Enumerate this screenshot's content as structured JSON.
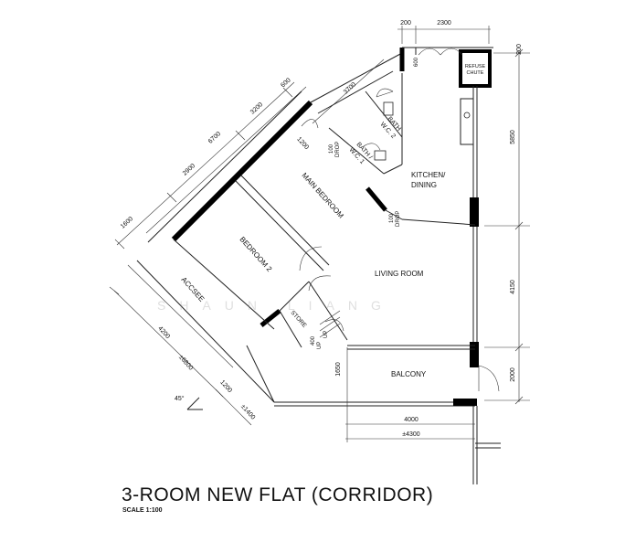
{
  "title": "3-ROOM NEW FLAT (CORRIDOR)",
  "scale": "SCALE 1:100",
  "watermark": "SHAUN LIANG",
  "angle_note": "45°",
  "rooms": {
    "bath_wc_2": [
      "BATH",
      "W.C. 2"
    ],
    "bath_wc_1": [
      "BATH /",
      "W.C. 1"
    ],
    "refuse_chute": [
      "REFUSE",
      "CHUTE"
    ],
    "kitchen_dining": [
      "KITCHEN/",
      "DINING"
    ],
    "main_bedroom": "MAIN BEDROOM",
    "bedroom_2": "BEDROOM 2",
    "living_room": "LIVING ROOM",
    "store": "STORE",
    "balcony": "BALCONY",
    "access": "ACCSEE"
  },
  "drops": {
    "drop_1": [
      "100",
      "DROP"
    ],
    "drop_2": [
      "100",
      "DROP"
    ],
    "step": "400",
    "up_1": "UP",
    "up_2": "UP"
  },
  "dimensions": {
    "top_200": "200",
    "top_2300": "2300",
    "top_right_200": "200",
    "vert_600": "600",
    "diag_6700": "6700",
    "diag_3200": "3200",
    "diag_2900": "2900",
    "diag_1600": "1600",
    "diag_600": "600",
    "diag_3700": "3700",
    "dim_1200": "1200",
    "right_5850": "5850",
    "right_4150": "4150",
    "right_2000": "2000",
    "low_4200": "4200",
    "low_6800": "±6800",
    "low_1200": "1200",
    "low_1400": "±1400",
    "low_1650": "1650",
    "bottom_4000": "4000",
    "bottom_4300": "±4300"
  }
}
